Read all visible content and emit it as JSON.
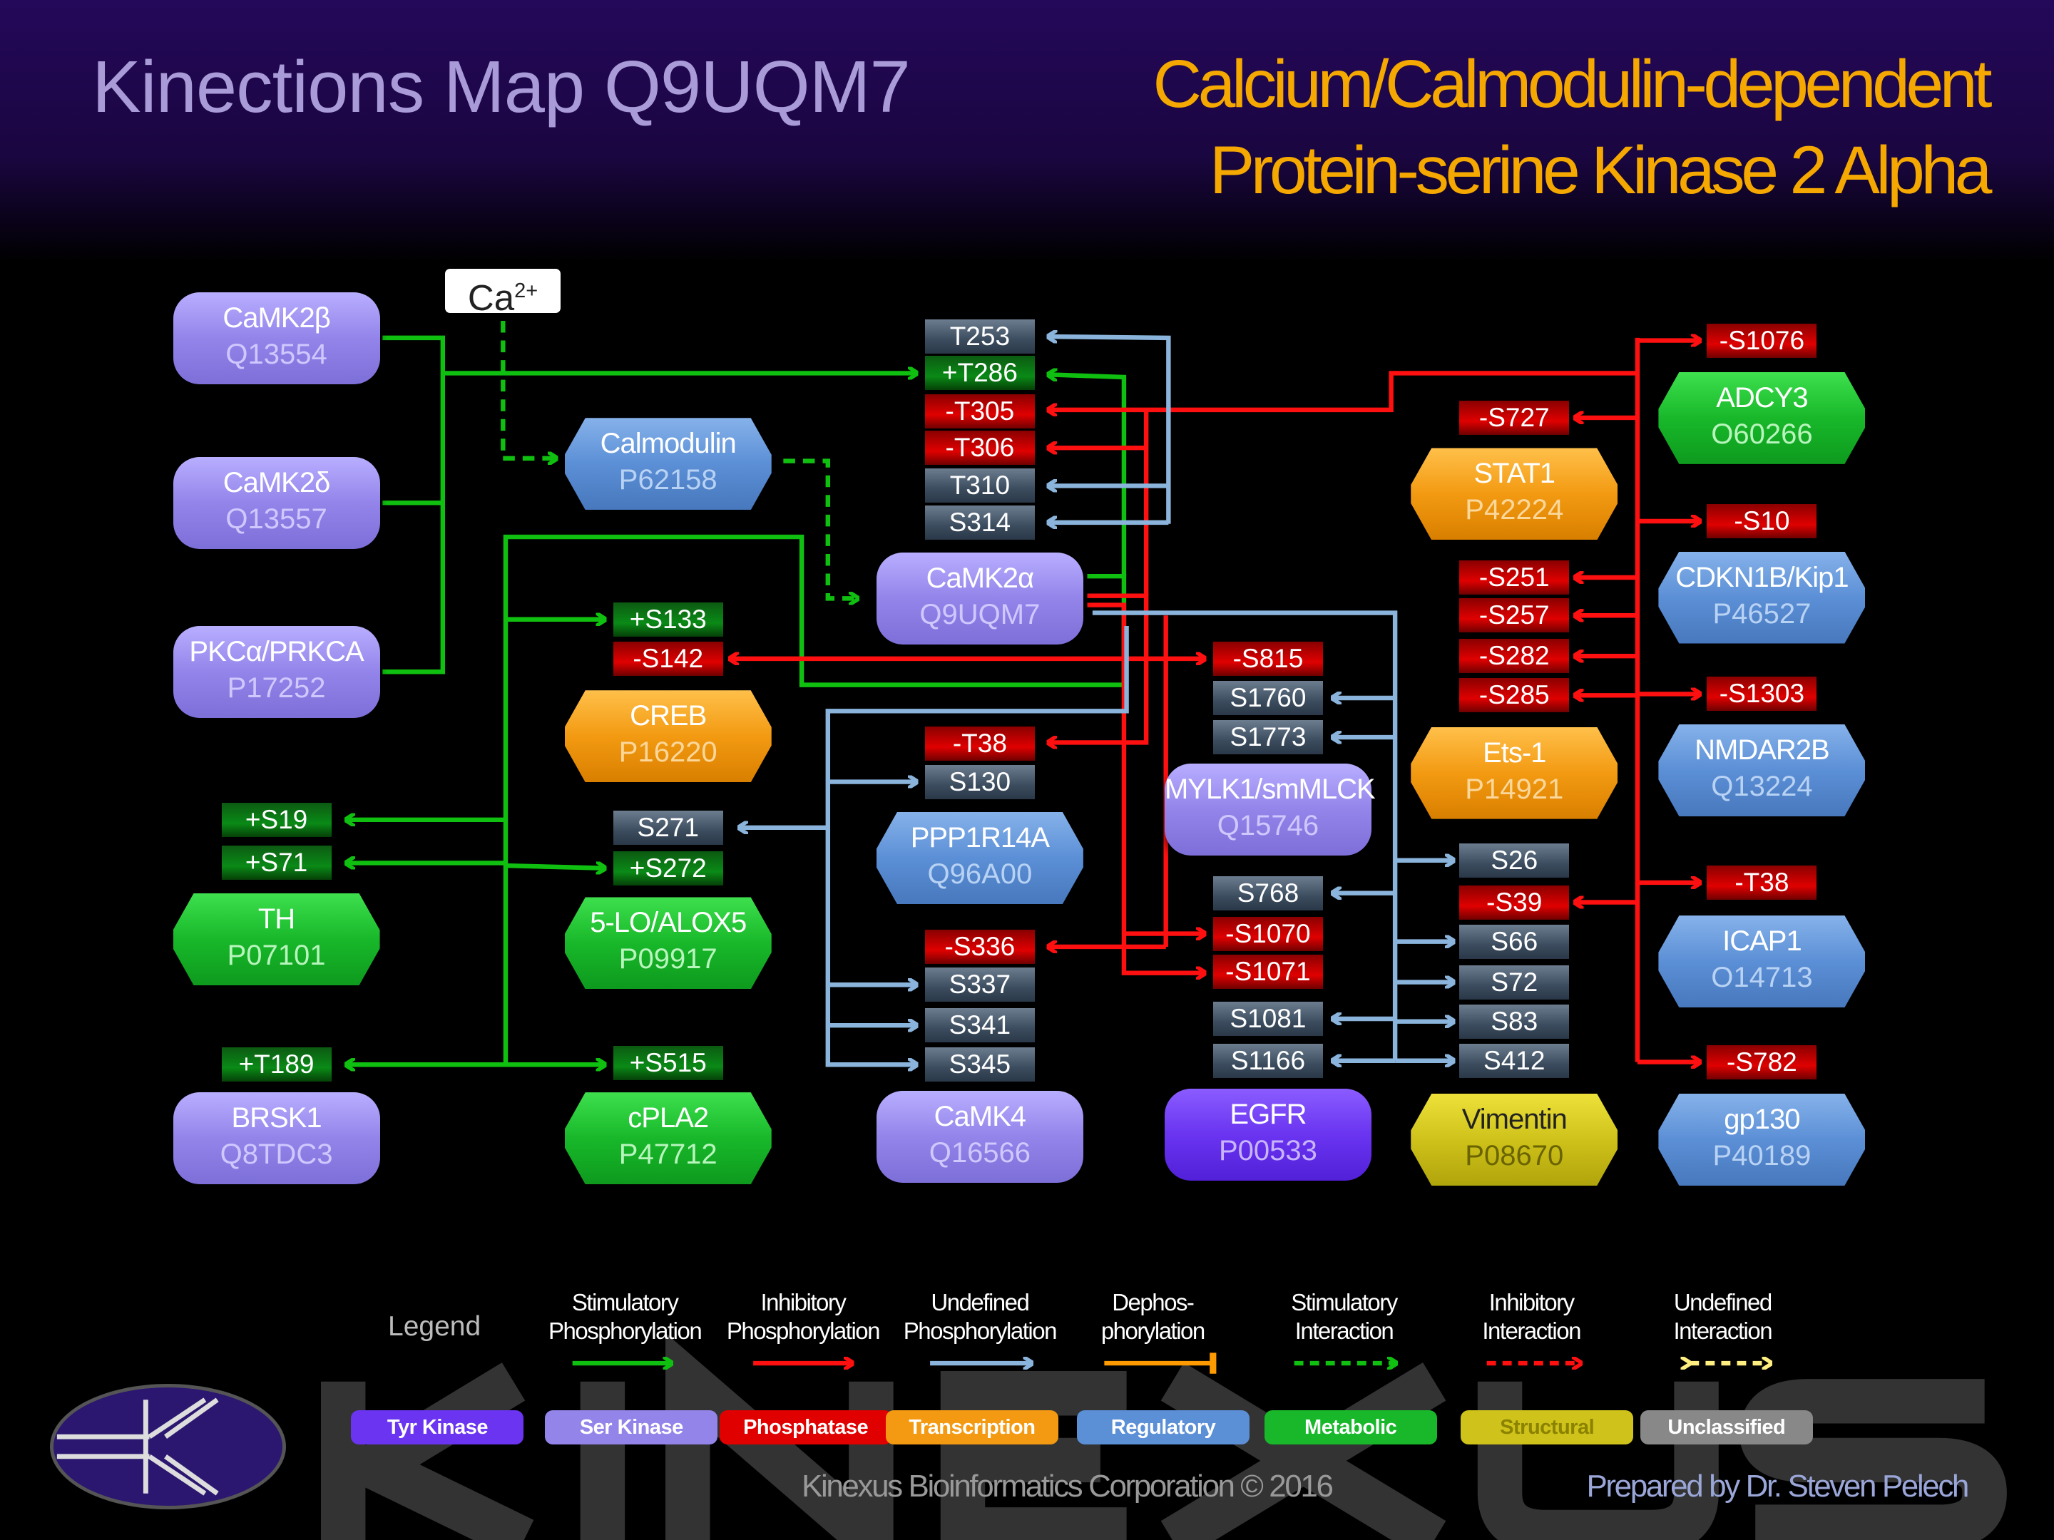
{
  "header": {
    "title": "Kinections Map Q9UQM7",
    "protein_line1": "Calcium/Calmodulin-dependent",
    "protein_line2": "Protein-serine Kinase 2 Alpha"
  },
  "calcium": {
    "label": "Ca",
    "charge": "2+"
  },
  "nodes": [
    {
      "name": "CaMK2β",
      "id": "Q13554",
      "type": "Ser Kinase"
    },
    {
      "name": "CaMK2δ",
      "id": "Q13557",
      "type": "Ser Kinase"
    },
    {
      "name": "PKCα/PRKCA",
      "id": "P17252",
      "type": "Ser Kinase"
    },
    {
      "name": "TH",
      "id": "P07101",
      "type": "Metabolic"
    },
    {
      "name": "BRSK1",
      "id": "Q8TDC3",
      "type": "Ser Kinase"
    },
    {
      "name": "Calmodulin",
      "id": "P62158",
      "type": "Regulatory"
    },
    {
      "name": "CREB",
      "id": "P16220",
      "type": "Transcription"
    },
    {
      "name": "5-LO/ALOX5",
      "id": "P09917",
      "type": "Metabolic"
    },
    {
      "name": "cPLA2",
      "id": "P47712",
      "type": "Metabolic"
    },
    {
      "name": "CaMK2α",
      "id": "Q9UQM7",
      "type": "Ser Kinase"
    },
    {
      "name": "PPP1R14A",
      "id": "Q96A00",
      "type": "Regulatory"
    },
    {
      "name": "CaMK4",
      "id": "Q16566",
      "type": "Ser Kinase"
    },
    {
      "name": "MYLK1/smMLCK",
      "id": "Q15746",
      "type": "Ser Kinase"
    },
    {
      "name": "EGFR",
      "id": "P00533",
      "type": "Tyr Kinase"
    },
    {
      "name": "STAT1",
      "id": "P42224",
      "type": "Transcription"
    },
    {
      "name": "Ets-1",
      "id": "P14921",
      "type": "Transcription"
    },
    {
      "name": "Vimentin",
      "id": "P08670",
      "type": "Structural"
    },
    {
      "name": "ADCY3",
      "id": "O60266",
      "type": "Metabolic"
    },
    {
      "name": "CDKN1B/Kip1",
      "id": "P46527",
      "type": "Regulatory"
    },
    {
      "name": "NMDAR2B",
      "id": "Q13224",
      "type": "Regulatory"
    },
    {
      "name": "ICAP1",
      "id": "O14713",
      "type": "Regulatory"
    },
    {
      "name": "gp130",
      "id": "P40189",
      "type": "Regulatory"
    }
  ],
  "sites": [
    "T253",
    "+T286",
    "-T305",
    "-T306",
    "T310",
    "S314",
    "+S133",
    "-S142",
    "+S19",
    "+S71",
    "S271",
    "+S272",
    "+T189",
    "+S515",
    "-T38",
    "S130",
    "-S336",
    "S337",
    "S341",
    "S345",
    "-S815",
    "S1760",
    "S1773",
    "S768",
    "-S1070",
    "-S1071",
    "S1081",
    "S1166",
    "-S727",
    "-S251",
    "-S257",
    "-S282",
    "-S285",
    "S26",
    "-S39",
    "S66",
    "S72",
    "S83",
    "S412",
    "-S1076",
    "-S10",
    "-S1303",
    "-T38",
    "-S782"
  ],
  "legend": {
    "title": "Legend",
    "arrows": [
      {
        "line1": "Stimulatory",
        "line2": "Phosphorylation",
        "color": "#10c010"
      },
      {
        "line1": "Inhibitory",
        "line2": "Phosphorylation",
        "color": "#ff1010"
      },
      {
        "line1": "Undefined",
        "line2": "Phosphorylation",
        "color": "#8ab4dc"
      },
      {
        "line1": "Dephos-",
        "line2": "phorylation",
        "color": "#ff9a00"
      },
      {
        "line1": "Stimulatory",
        "line2": "Interaction",
        "color": "#10c010"
      },
      {
        "line1": "Inhibitory",
        "line2": "Interaction",
        "color": "#ff1010"
      },
      {
        "line1": "Undefined",
        "line2": "Interaction",
        "color": "#ffee80"
      }
    ],
    "categories": [
      {
        "label": "Tyr Kinase",
        "color": "#6a34f0"
      },
      {
        "label": "Ser Kinase",
        "color": "#9384ea"
      },
      {
        "label": "Phosphatase",
        "color": "#e00000"
      },
      {
        "label": "Transcription",
        "color": "#f39a12"
      },
      {
        "label": "Regulatory",
        "color": "#5b8fd6"
      },
      {
        "label": "Metabolic",
        "color": "#18b82a"
      },
      {
        "label": "Structural",
        "color": "#cfc21a"
      },
      {
        "label": "Unclassified",
        "color": "#888888"
      }
    ]
  },
  "footer": {
    "watermark": "KINEXUS",
    "copyright": "Kinexus Bioinformatics Corporation © 2016",
    "prepared_by": "Prepared by Dr. Steven Pelech"
  }
}
